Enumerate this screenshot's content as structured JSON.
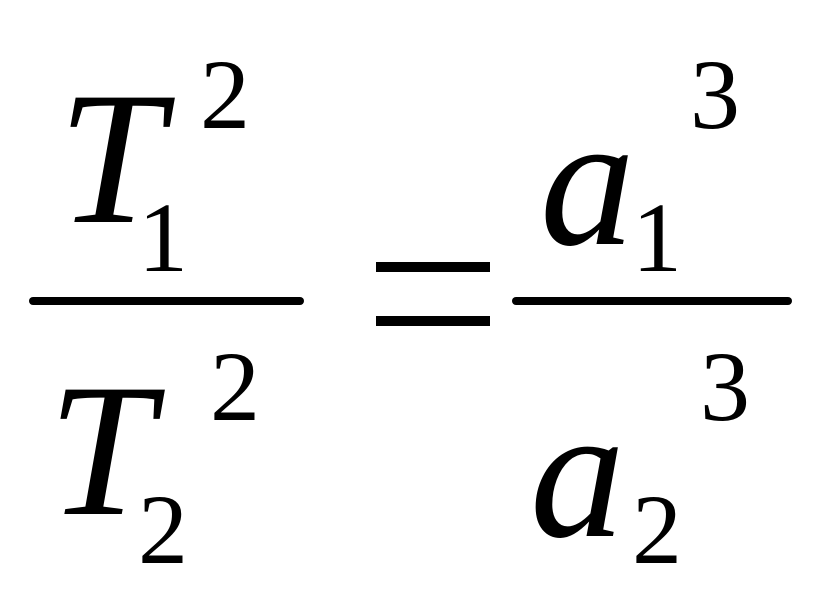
{
  "equation": {
    "left": {
      "numerator": {
        "base": "T",
        "subscript": "1",
        "superscript": "2"
      },
      "denominator": {
        "base": "T",
        "subscript": "2",
        "superscript": "2"
      }
    },
    "operator": "=",
    "right": {
      "numerator": {
        "base": "a",
        "subscript": "1",
        "superscript": "3"
      },
      "denominator": {
        "base": "a",
        "subscript": "2",
        "superscript": "3"
      }
    }
  },
  "colors": {
    "ink": "#000000",
    "background": "#ffffff"
  }
}
